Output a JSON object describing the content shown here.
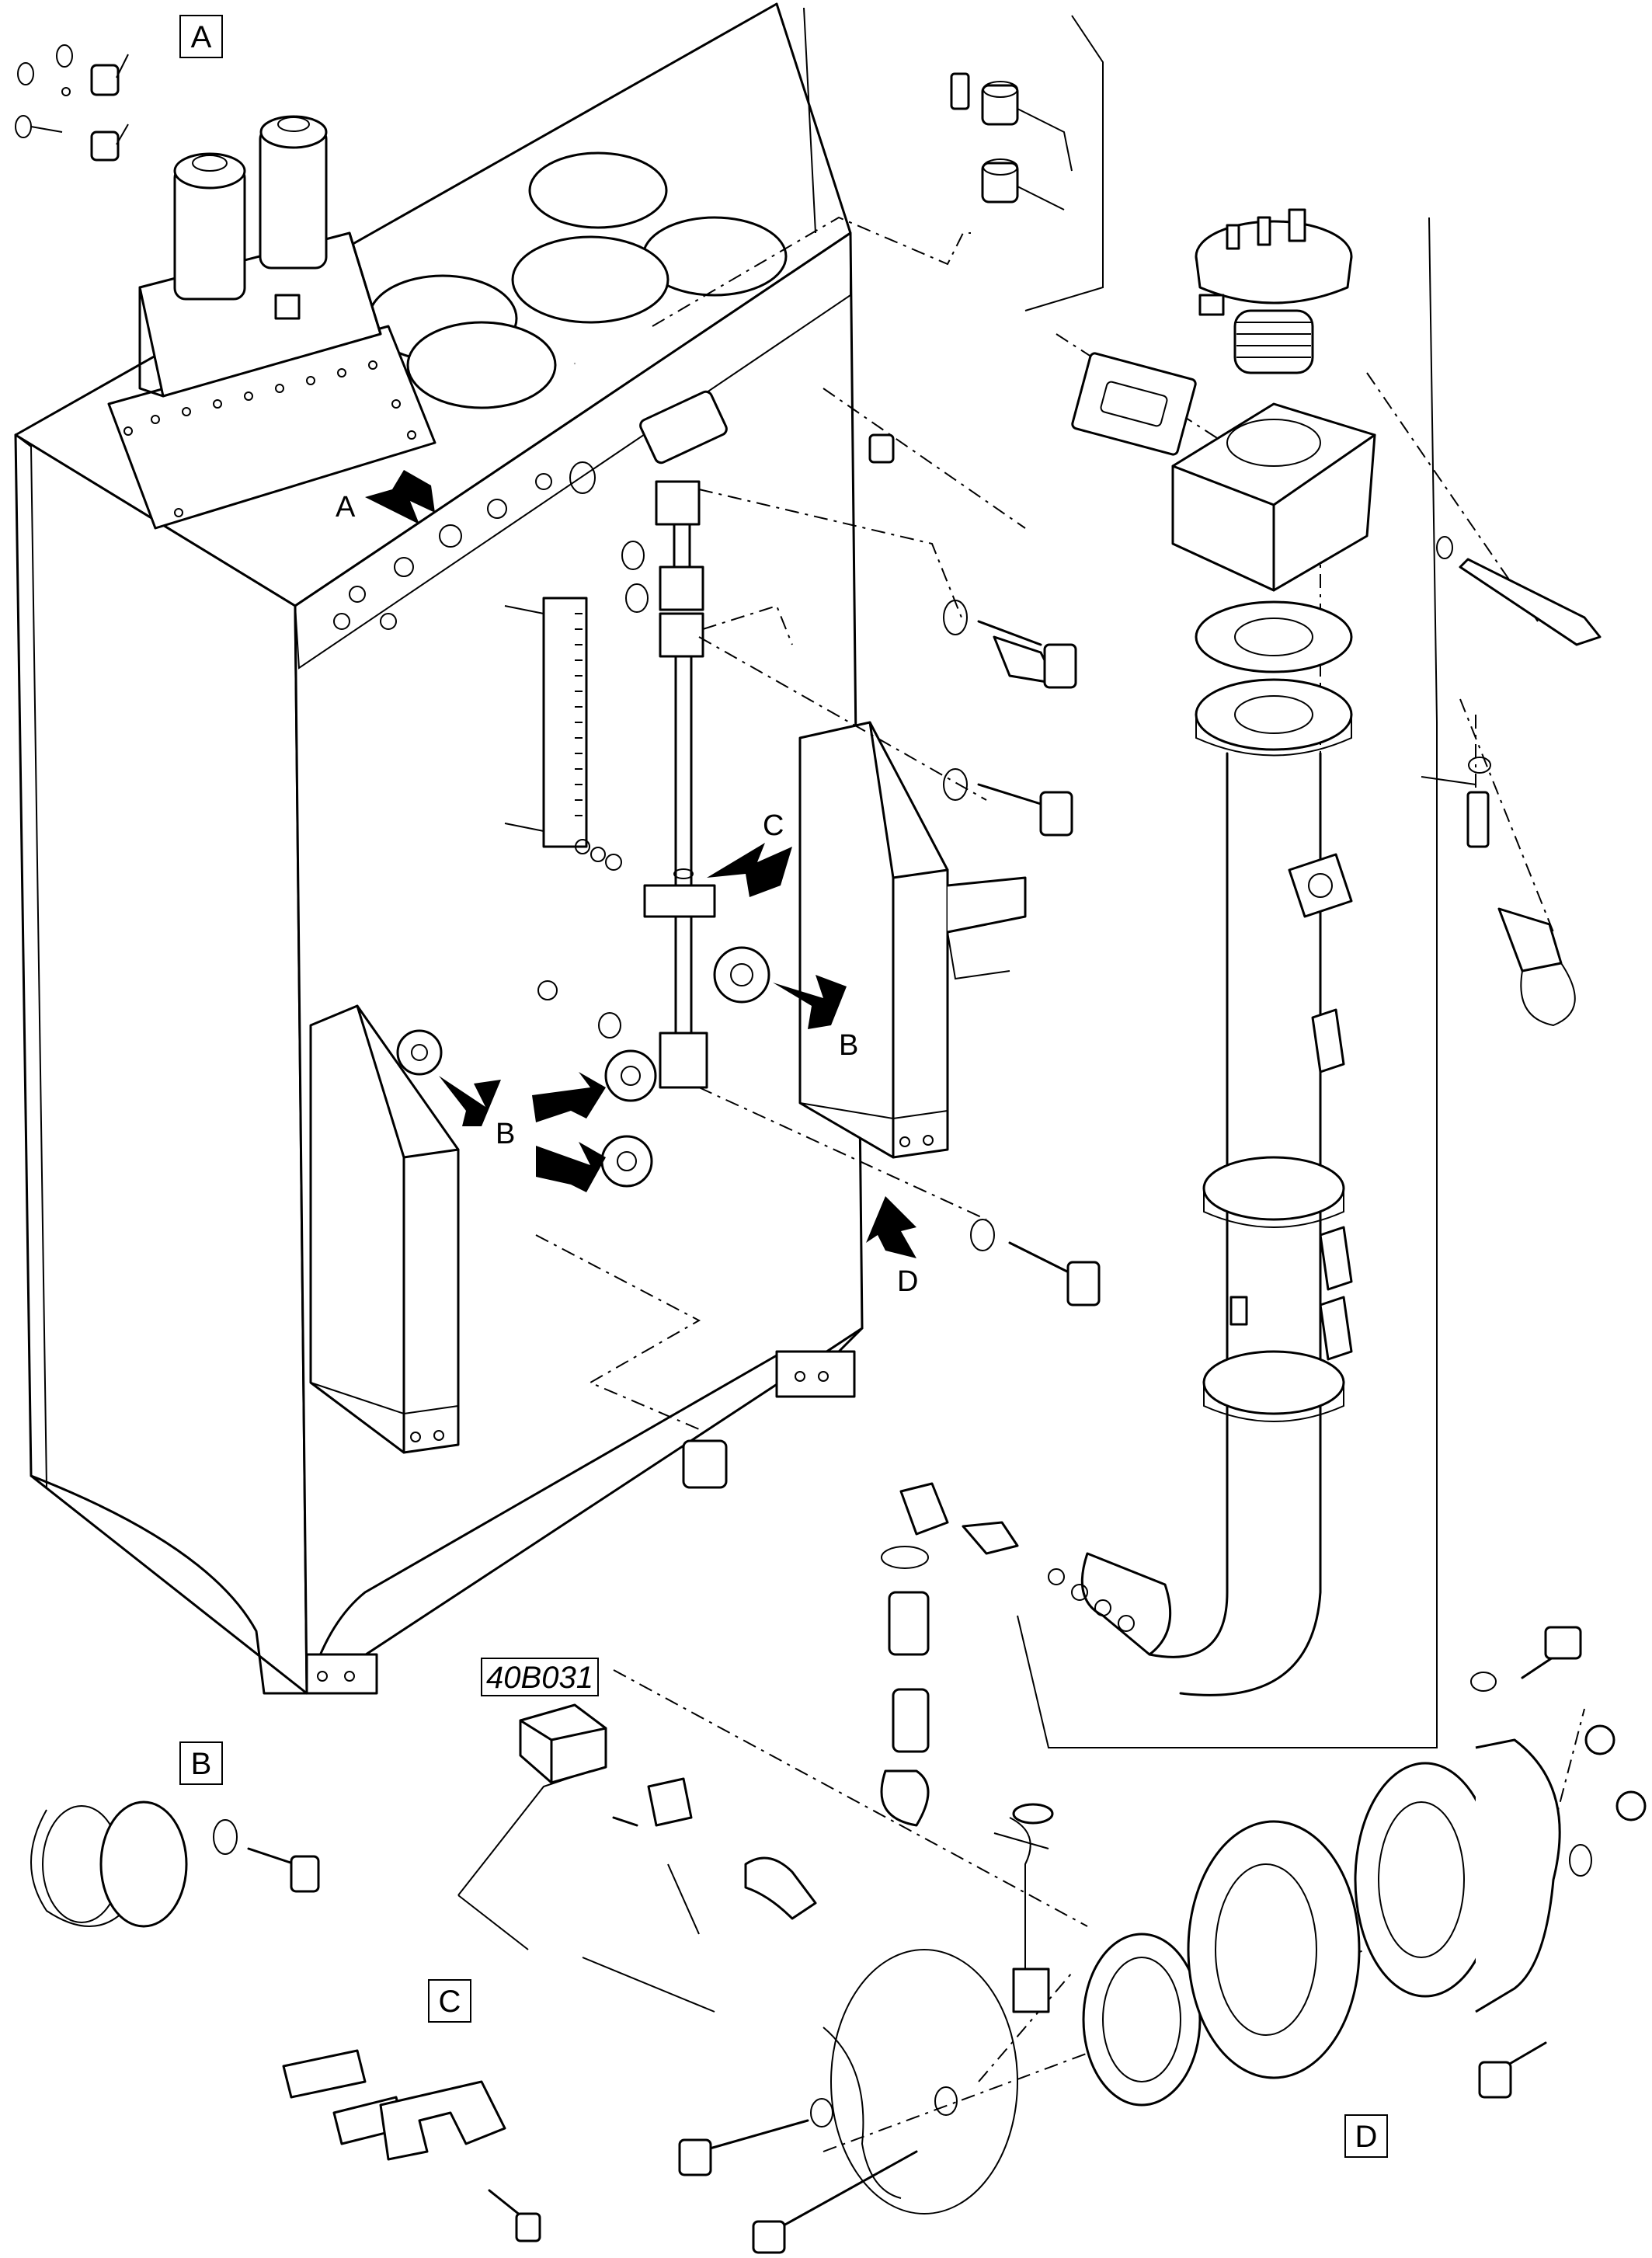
{
  "detail_boxes": {
    "a": "A",
    "b": "B",
    "c": "C",
    "d": "D"
  },
  "arrow_labels": {
    "a": "A",
    "b1": "B",
    "b2": "B",
    "c": "C",
    "d": "D"
  },
  "part_code": "40B031"
}
